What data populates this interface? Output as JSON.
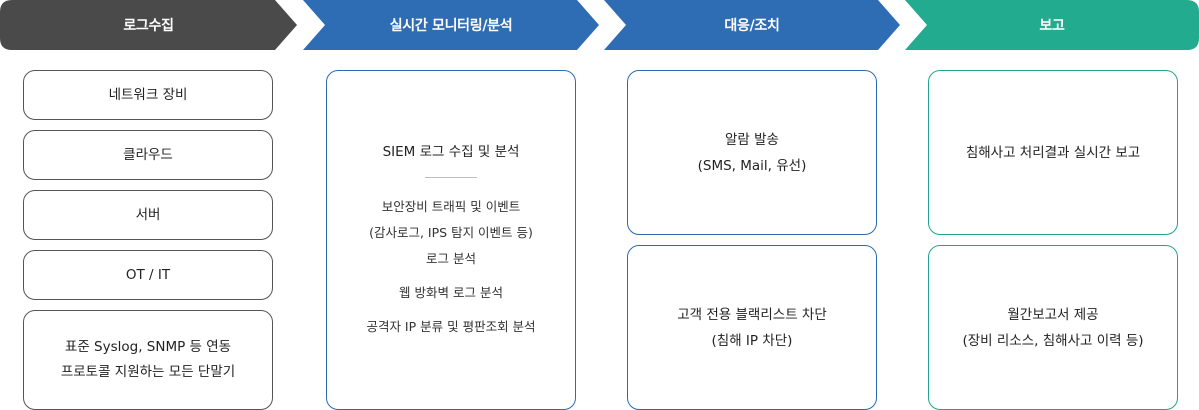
{
  "stages": [
    {
      "label": "로그수집",
      "color": "#4a4a4a"
    },
    {
      "label": "실시간 모니터링/분석",
      "color": "#2e6db4"
    },
    {
      "label": "대응/조치",
      "color": "#2e6db4"
    },
    {
      "label": "보고",
      "color": "#22ab8e"
    }
  ],
  "collect": {
    "items": [
      "네트워크 장비",
      "클라우드",
      "서버",
      "OT / IT"
    ],
    "protocol_line1": "표준 Syslog, SNMP 등 연동",
    "protocol_line2": "프로토콜 지원하는 모든 단말기"
  },
  "monitor": {
    "title": "SIEM 로그 수집 및 분석",
    "items": [
      "보안장비 트래픽 및 이벤트",
      "(감사로그, IPS 탐지 이벤트 등)",
      "로그 분석",
      "웹 방화벽 로그 분석",
      "공격자 IP 분류 및 평판조회 분석"
    ]
  },
  "respond": {
    "alert_line1": "알람 발송",
    "alert_line2": "(SMS, Mail, 유선)",
    "block_line1": "고객 전용 블랙리스트 차단",
    "block_line2": "(침해 IP 차단)"
  },
  "report": {
    "realtime": "침해사고 처리결과 실시간 보고",
    "monthly_line1": "월간보고서 제공",
    "monthly_line2": "(장비 리소스, 침해사고 이력 등)"
  }
}
